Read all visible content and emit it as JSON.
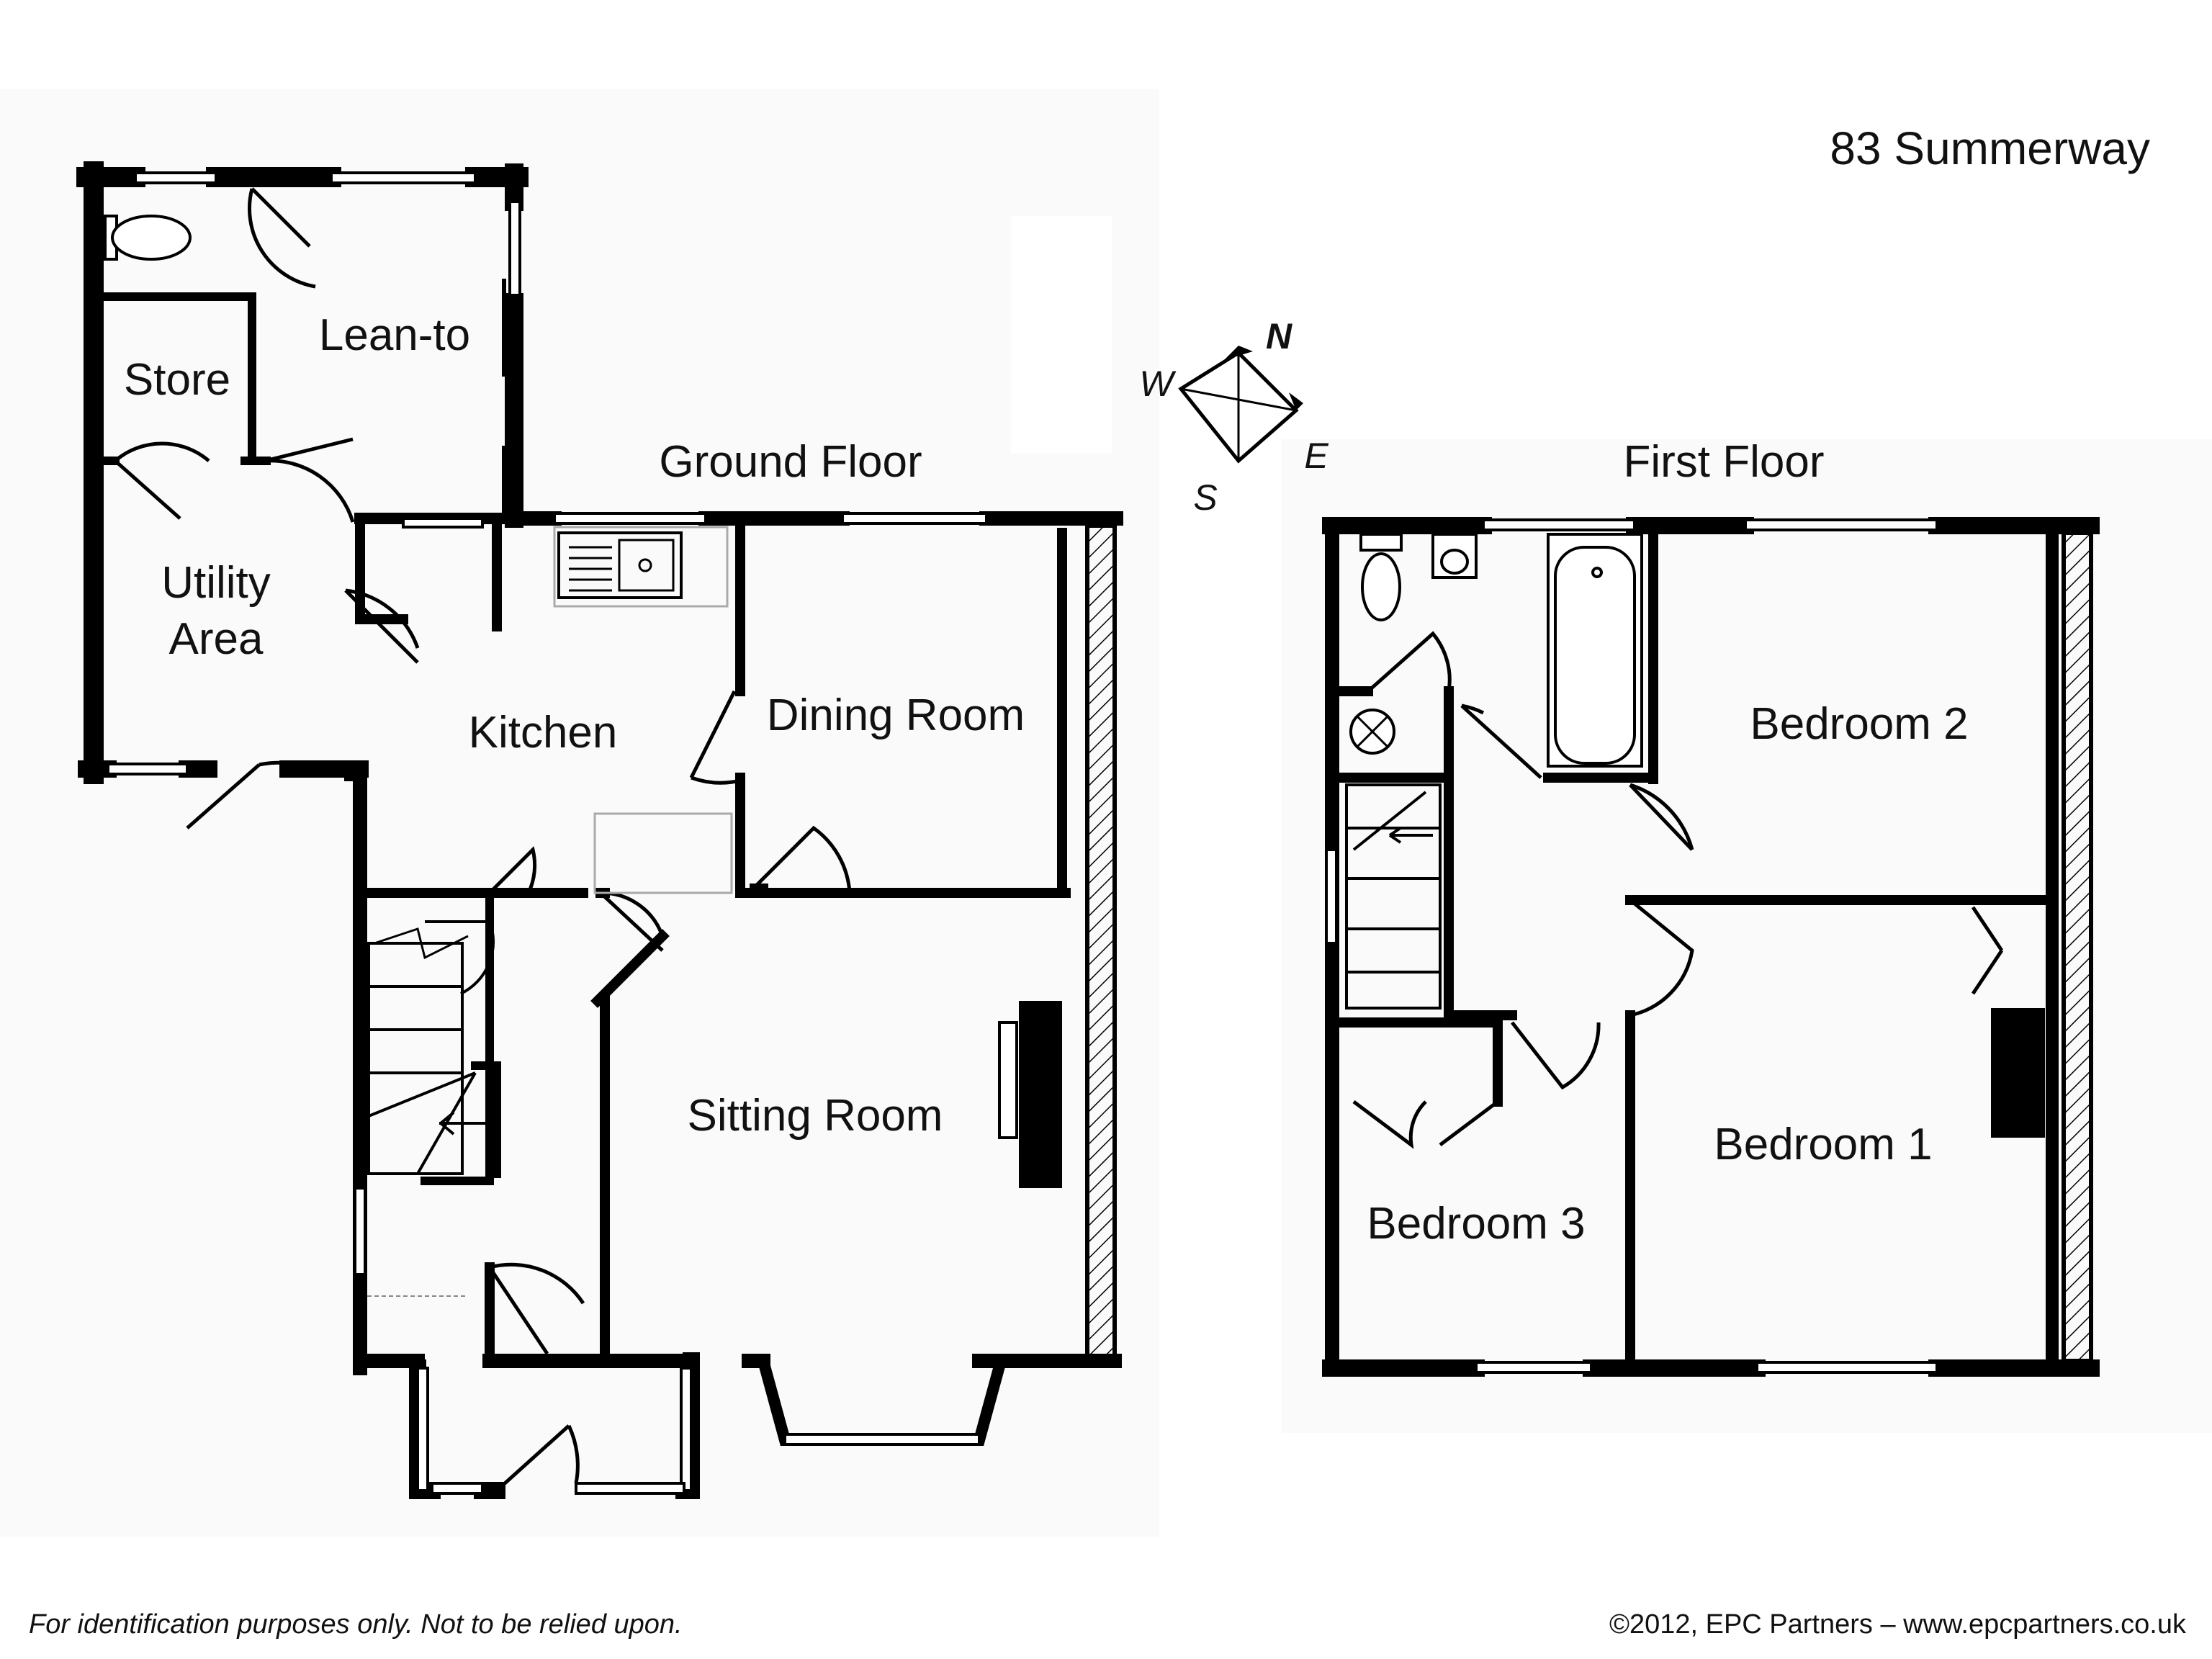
{
  "title": "83 Summerway",
  "floors": {
    "ground": {
      "label": "Ground Floor",
      "rooms": {
        "lean_to": "Lean-to",
        "store": "Store",
        "utility_line1": "Utility",
        "utility_line2": "Area",
        "kitchen": "Kitchen",
        "dining": "Dining Room",
        "sitting": "Sitting Room"
      }
    },
    "first": {
      "label": "First Floor",
      "rooms": {
        "bedroom1": "Bedroom 1",
        "bedroom2": "Bedroom 2",
        "bedroom3": "Bedroom 3"
      }
    }
  },
  "compass": {
    "n": "N",
    "e": "E",
    "s": "S",
    "w": "W"
  },
  "footer": {
    "disclaimer": "For identification purposes only. Not to be relied upon.",
    "copyright": "©2012, EPC Partners – www.epcpartners.co.uk"
  },
  "colors": {
    "wall": "#000000",
    "background": "#ffffff",
    "shade": "#f7f7f7"
  }
}
